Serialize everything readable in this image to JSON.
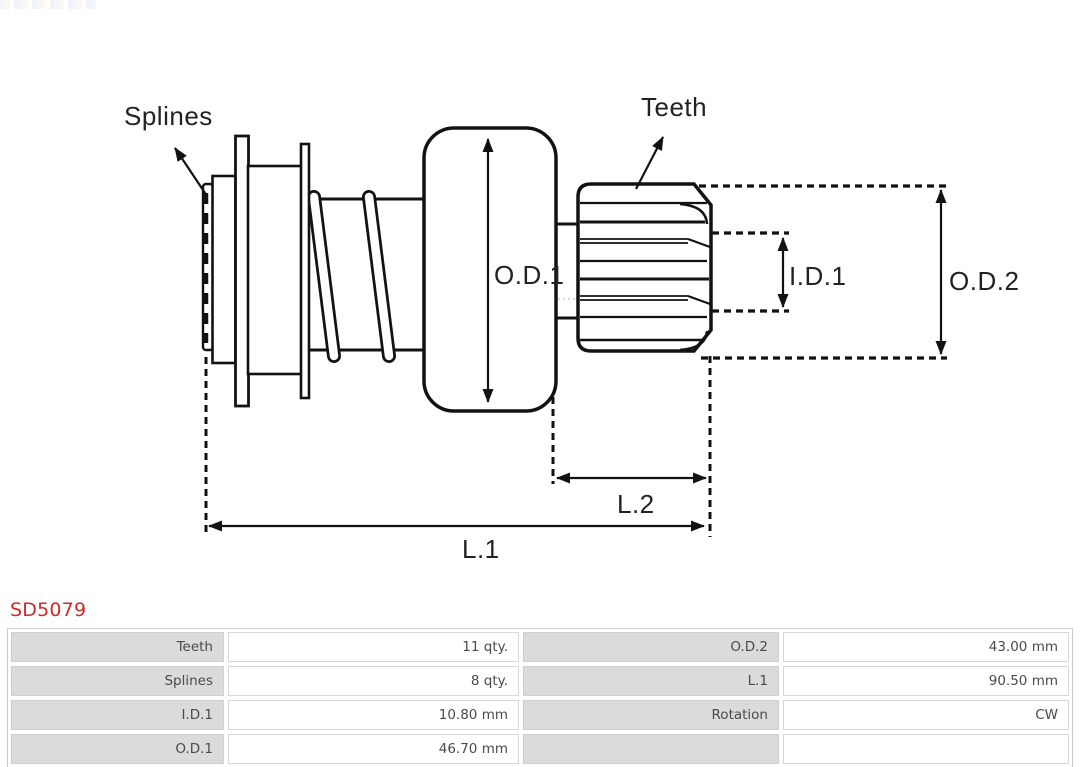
{
  "part_number": "SD5079",
  "colors": {
    "part_number_red": "#cd2a28",
    "table_label_gray": "#dbdbdb",
    "line_black": "#121212"
  },
  "diagram": {
    "labels": {
      "splines": "Splines",
      "teeth": "Teeth",
      "od1": "O.D.1",
      "id1": "I.D.1",
      "od2": "O.D.2",
      "l1": "L.1",
      "l2": "L.2"
    }
  },
  "specs": {
    "rows": [
      {
        "label1": "Teeth",
        "value1": "11 qty.",
        "label2": "O.D.2",
        "value2": "43.00 mm"
      },
      {
        "label1": "Splines",
        "value1": "8 qty.",
        "label2": "L.1",
        "value2": "90.50 mm"
      },
      {
        "label1": "I.D.1",
        "value1": "10.80 mm",
        "label2": "Rotation",
        "value2": "CW"
      },
      {
        "label1": "O.D.1",
        "value1": "46.70 mm",
        "label2": "",
        "value2": ""
      }
    ]
  }
}
